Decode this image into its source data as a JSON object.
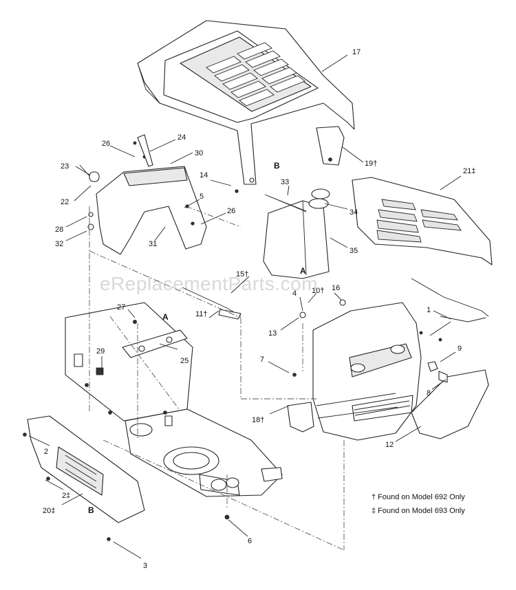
{
  "watermark": "eReplacementParts.com",
  "callouts": [
    {
      "id": "c17",
      "text": "17"
    },
    {
      "id": "c19",
      "text": "19†"
    },
    {
      "id": "c21",
      "text": "21‡"
    },
    {
      "id": "c24",
      "text": "24"
    },
    {
      "id": "c26a",
      "text": "26"
    },
    {
      "id": "c30",
      "text": "30"
    },
    {
      "id": "c23",
      "text": "23"
    },
    {
      "id": "c22",
      "text": "22"
    },
    {
      "id": "c14",
      "text": "14"
    },
    {
      "id": "c5",
      "text": "5"
    },
    {
      "id": "c26b",
      "text": "26"
    },
    {
      "id": "c28",
      "text": "28"
    },
    {
      "id": "c32",
      "text": "32"
    },
    {
      "id": "c31",
      "text": "31"
    },
    {
      "id": "c33",
      "text": "33"
    },
    {
      "id": "c34",
      "text": "34"
    },
    {
      "id": "c35",
      "text": "35"
    },
    {
      "id": "c15",
      "text": "15†"
    },
    {
      "id": "c4",
      "text": "4"
    },
    {
      "id": "c10",
      "text": "10†"
    },
    {
      "id": "c16",
      "text": "16"
    },
    {
      "id": "c1",
      "text": "1"
    },
    {
      "id": "c27",
      "text": "27"
    },
    {
      "id": "c11",
      "text": "11†"
    },
    {
      "id": "c13",
      "text": "13"
    },
    {
      "id": "c9",
      "text": "9"
    },
    {
      "id": "c25",
      "text": "25"
    },
    {
      "id": "c29",
      "text": "29"
    },
    {
      "id": "c7",
      "text": "7"
    },
    {
      "id": "c8",
      "text": "8"
    },
    {
      "id": "c18",
      "text": "18†"
    },
    {
      "id": "c12",
      "text": "12"
    },
    {
      "id": "c2a",
      "text": "2"
    },
    {
      "id": "c2b",
      "text": "2‡"
    },
    {
      "id": "c20",
      "text": "20‡"
    },
    {
      "id": "c6",
      "text": "6"
    },
    {
      "id": "c3",
      "text": "3"
    }
  ],
  "ref_marks": [
    {
      "id": "rB1",
      "text": "B"
    },
    {
      "id": "rA1",
      "text": "A"
    },
    {
      "id": "rA2",
      "text": "A"
    },
    {
      "id": "rB2",
      "text": "B"
    }
  ],
  "notes": [
    {
      "text": "† Found on Model 692 Only"
    },
    {
      "text": "‡ Found on Model 693 Only"
    }
  ]
}
